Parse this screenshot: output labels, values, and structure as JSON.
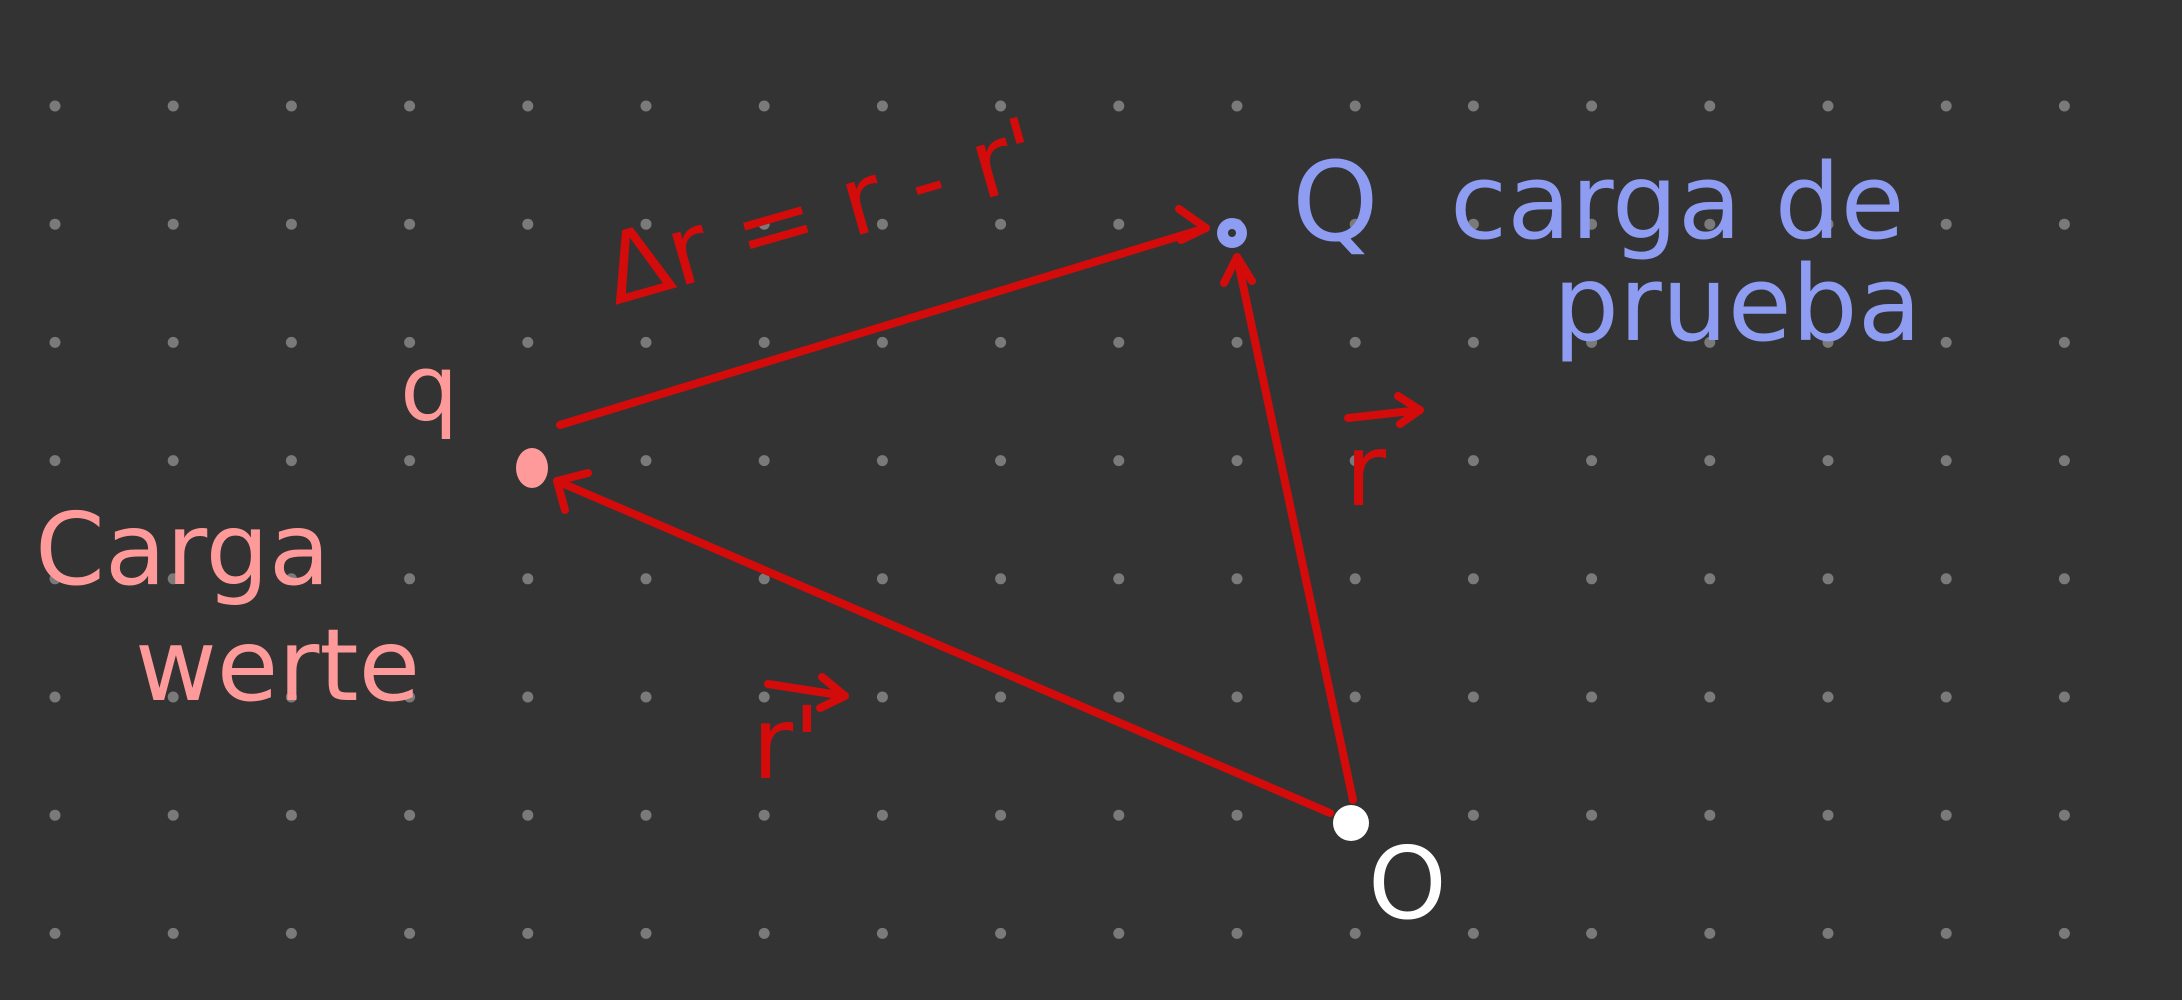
{
  "colors": {
    "background": "#333333",
    "grid_dot": "#7a7a7a",
    "vector": "#d40b0b",
    "source_charge": "#ff9a9a",
    "test_charge": "#8e9cf2",
    "origin": "#ffffff"
  },
  "source_charge": {
    "symbol": "q",
    "label_line1": "Carga",
    "label_line2": "werte"
  },
  "test_charge": {
    "symbol": "Q",
    "label_line1": "carga de",
    "label_line2": "prueba"
  },
  "origin": {
    "symbol": "O"
  },
  "vectors": {
    "r_label": "r",
    "r_prime_label": "r'",
    "delta_r_equation": "Δr = r - r'"
  }
}
